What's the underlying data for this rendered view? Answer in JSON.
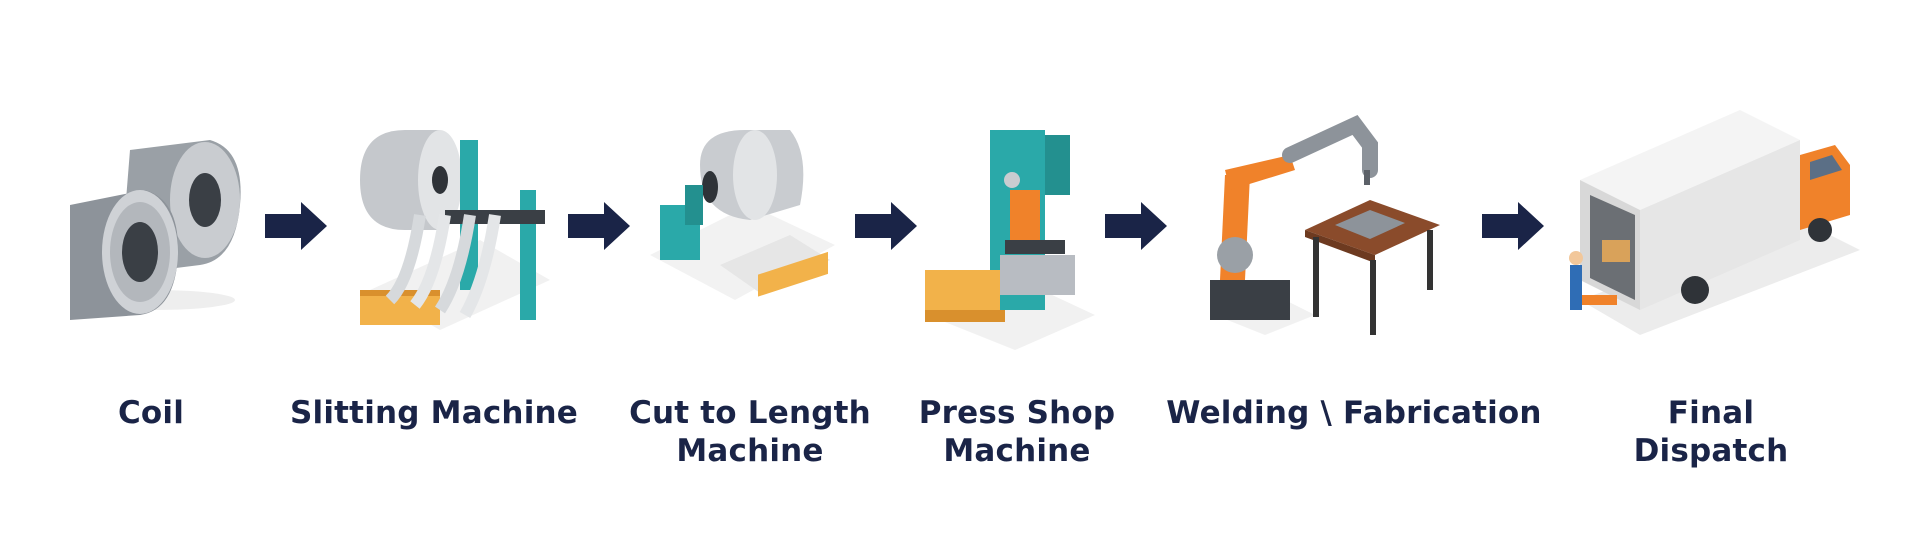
{
  "diagram": {
    "steps": [
      {
        "label": "Coil",
        "icon": "steel-coil-icon"
      },
      {
        "label": "Slitting Machine",
        "icon": "slitting-machine-icon"
      },
      {
        "label": "Cut to Length\nMachine",
        "icon": "cut-to-length-machine-icon"
      },
      {
        "label": "Press Shop\nMachine",
        "icon": "press-shop-machine-icon"
      },
      {
        "label": "Welding \\ Fabrication",
        "icon": "welding-robot-icon"
      },
      {
        "label": "Final Dispatch",
        "icon": "delivery-truck-icon"
      }
    ],
    "arrow_icon": "right-arrow-icon",
    "colors": {
      "label": "#1a2447",
      "arrow": "#1a2447",
      "steel": "#b8bcc2",
      "teal": "#2aa9a9",
      "orange": "#f0822a",
      "pallet": "#f2b24a"
    }
  }
}
